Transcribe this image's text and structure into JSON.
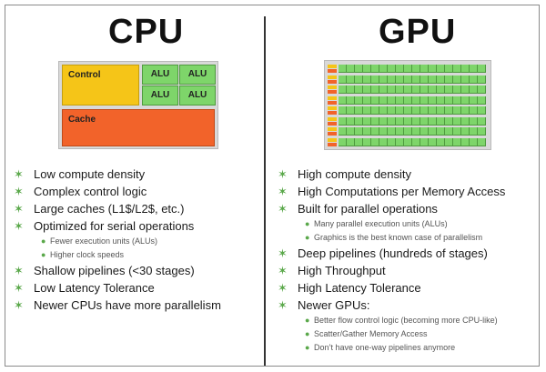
{
  "cpu": {
    "title": "CPU",
    "diagram": {
      "control_label": "Control",
      "alu_labels": [
        "ALU",
        "ALU",
        "ALU",
        "ALU"
      ],
      "cache_label": "Cache"
    },
    "bullets": [
      {
        "text": "Low compute density",
        "sub": []
      },
      {
        "text": "Complex control logic",
        "sub": []
      },
      {
        "text": "Large caches (L1$/L2$, etc.)",
        "sub": []
      },
      {
        "text": "Optimized for serial operations",
        "sub": [
          "Fewer execution units (ALUs)",
          "Higher clock speeds"
        ]
      },
      {
        "text": "Shallow pipelines (<30 stages)",
        "sub": []
      },
      {
        "text": "Low Latency Tolerance",
        "sub": []
      },
      {
        "text": "Newer CPUs have more parallelism",
        "sub": []
      }
    ]
  },
  "gpu": {
    "title": "GPU",
    "bullets": [
      {
        "text": "High compute density",
        "sub": []
      },
      {
        "text": "High Computations per Memory Access",
        "sub": []
      },
      {
        "text": "Built for parallel operations",
        "sub": [
          "Many parallel execution units (ALUs)",
          "Graphics is the best known case of parallelism"
        ]
      },
      {
        "text": "Deep pipelines (hundreds of stages)",
        "sub": []
      },
      {
        "text": "High Throughput",
        "sub": []
      },
      {
        "text": "High Latency Tolerance",
        "sub": []
      },
      {
        "text": "Newer GPUs:",
        "sub": [
          "Better flow control logic (becoming more CPU-like)",
          "Scatter/Gather Memory Access",
          "Don’t have one-way pipelines anymore"
        ]
      }
    ]
  },
  "colors": {
    "control": "#f5c518",
    "alu": "#7ed56a",
    "cache": "#f2632a",
    "bullet": "#5aa84a"
  }
}
